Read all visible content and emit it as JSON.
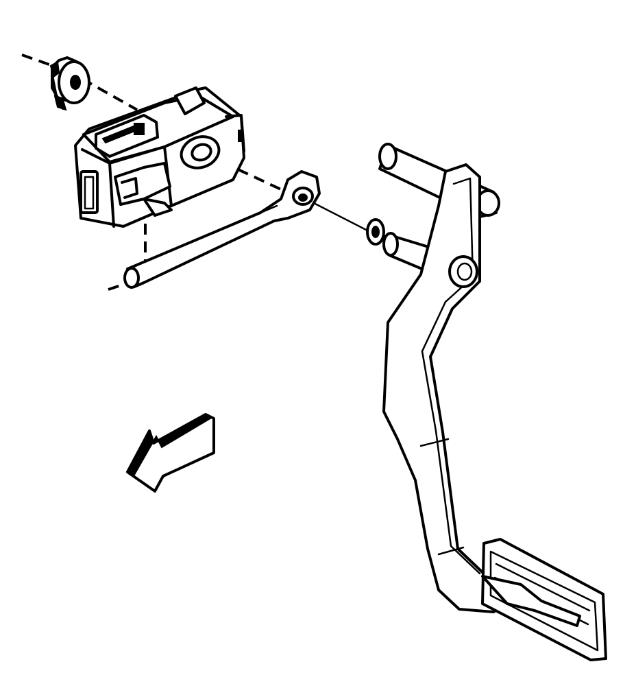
{
  "colors": {
    "ink": "#000000",
    "paper": "#ffffff"
  },
  "parts": [
    {
      "id": "retainer-nut",
      "icon": "retainer-nut-icon"
    },
    {
      "id": "switch-bracket",
      "icon": "switch-bracket-icon"
    },
    {
      "id": "switch-arm",
      "icon": "switch-arm-icon"
    },
    {
      "id": "bushing",
      "icon": "bushing-icon"
    },
    {
      "id": "pedal-pivot-pin",
      "icon": "pivot-pin-icon"
    },
    {
      "id": "brake-pedal",
      "icon": "brake-pedal-icon"
    },
    {
      "id": "direction-arrow",
      "icon": "front-arrow-icon"
    }
  ]
}
